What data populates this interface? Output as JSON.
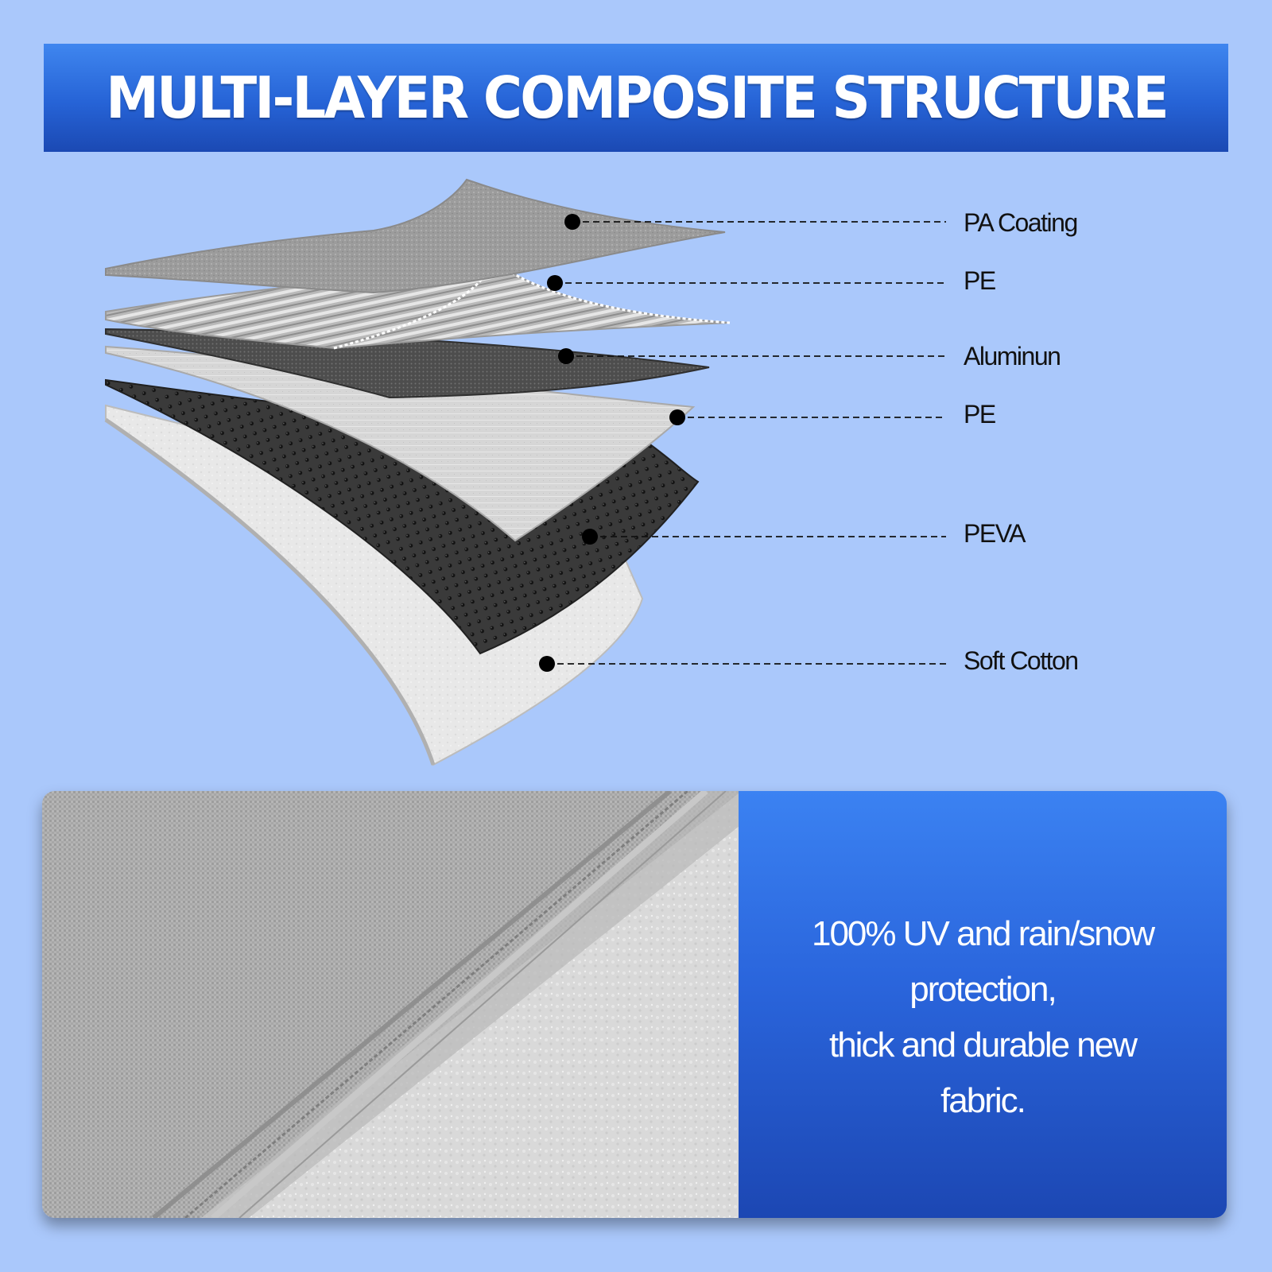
{
  "header": {
    "title": "MULTI-LAYER COMPOSITE STRUCTURE"
  },
  "layers": [
    {
      "label": "PA Coating"
    },
    {
      "label": "PE"
    },
    {
      "label": "Aluminun"
    },
    {
      "label": "PE"
    },
    {
      "label": "PEVA"
    },
    {
      "label": "Soft Cotton"
    }
  ],
  "feature": {
    "line1": "100% UV and rain/snow",
    "line2": "protection,",
    "line3": "thick and durable new",
    "line4": "fabric."
  },
  "colors": {
    "background": "#aac8fb",
    "banner": "#2663d6",
    "panel": "#2a65dc",
    "text_light": "#ffffff",
    "label_text": "#111111"
  }
}
